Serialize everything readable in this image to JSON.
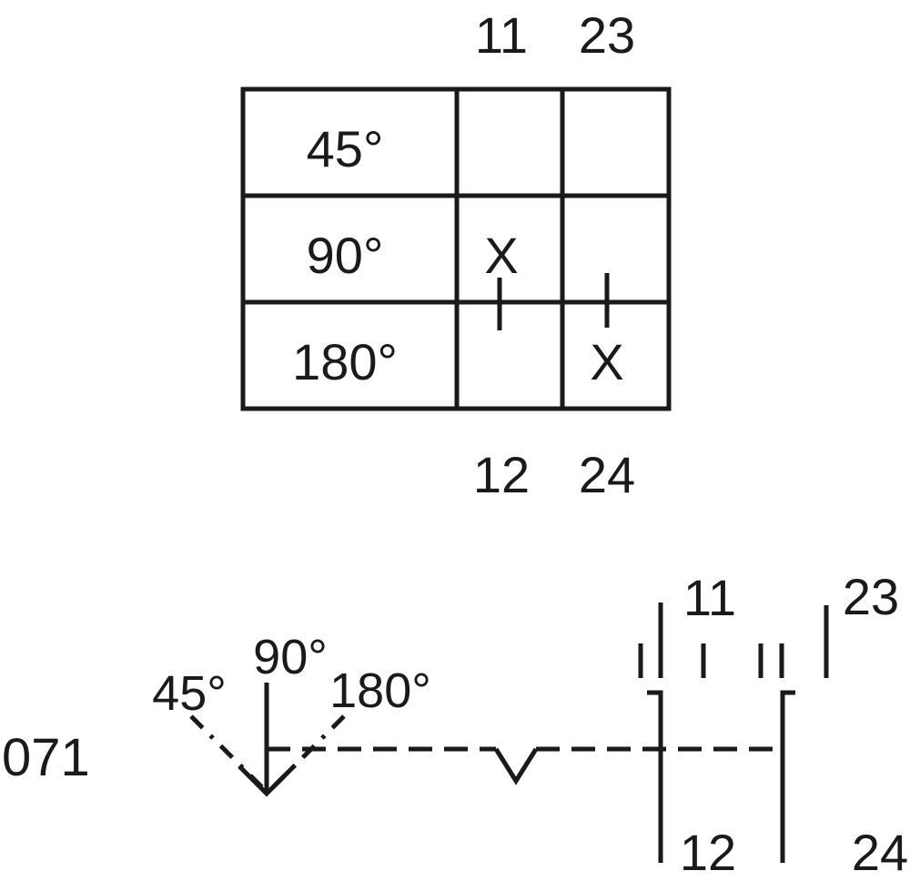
{
  "table": {
    "top_labels": [
      "11",
      "23"
    ],
    "bottom_labels": [
      "12",
      "24"
    ],
    "rows": [
      {
        "angle": "45°",
        "cells": [
          "",
          ""
        ]
      },
      {
        "angle": "90°",
        "cells": [
          "X",
          ""
        ]
      },
      {
        "angle": "180°",
        "cells": [
          "",
          "X"
        ]
      }
    ]
  },
  "schematic": {
    "code": "071",
    "positions": [
      "45°",
      "90°",
      "180°"
    ],
    "contact_labels": {
      "c11": "11",
      "c12": "12",
      "c23": "23",
      "c24": "24"
    }
  },
  "colors": {
    "ink": "#1a1a1a",
    "background": "#ffffff"
  }
}
